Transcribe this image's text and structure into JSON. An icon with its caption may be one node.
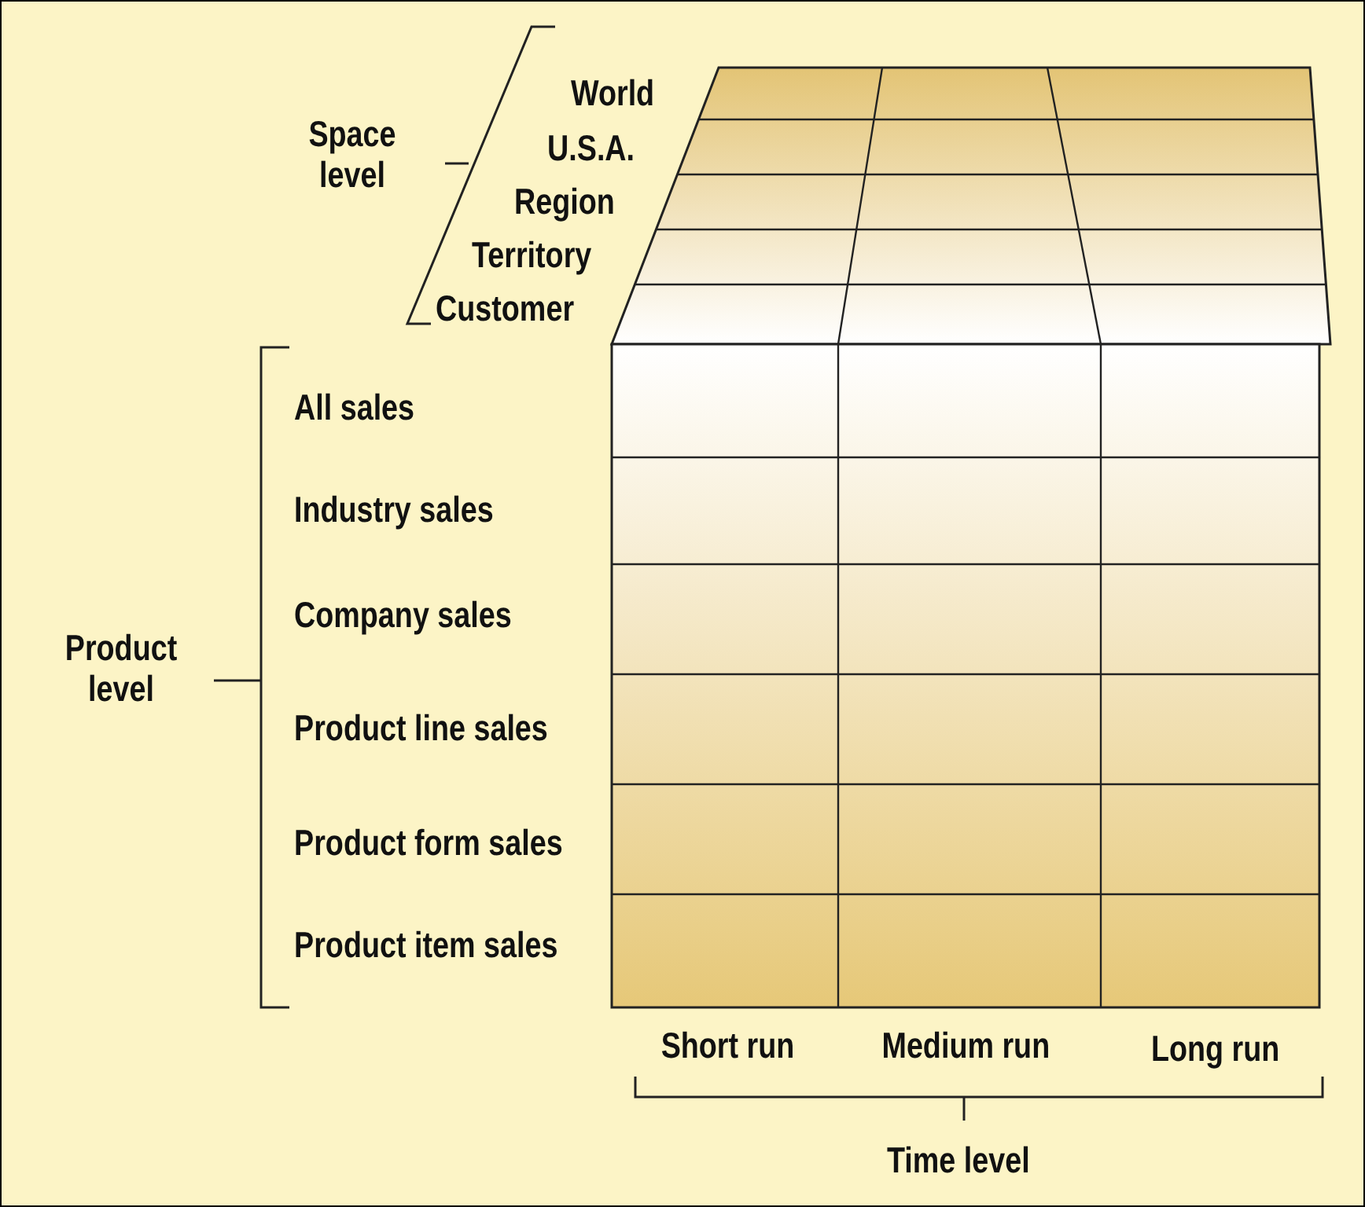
{
  "diagram": {
    "labels": [
      "World",
      "Space level",
      "U.S.A.",
      "Region",
      "Territory",
      "Customer",
      "All sales",
      "Industry sales",
      "Company sales",
      "Product level",
      "Product line sales",
      "Product form sales",
      "Product item sales",
      "Short run",
      "Medium run",
      "Long run",
      "Time level"
    ]
  }
}
